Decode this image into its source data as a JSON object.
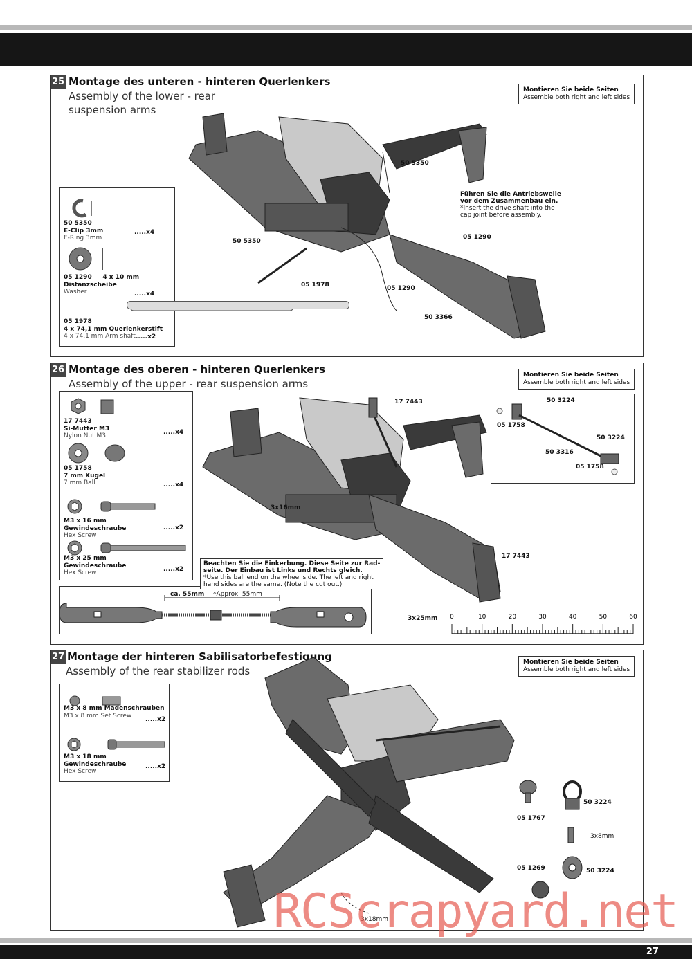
{
  "page": {
    "number": "27",
    "watermark": "RCScrapyard.net"
  },
  "step25": {
    "num": "25",
    "title_de": "Montage des unteren - hinteren Querlenkers",
    "title_en_1": "Assembly of the lower - rear",
    "title_en_2": "suspension arms",
    "both_de": "Montieren Sie beide Seiten",
    "both_en": "Assemble both right and left sides",
    "parts": [
      {
        "code": "50 5350",
        "name_de": "E-Clip 3mm",
        "name_en": "E-Ring 3mm",
        "qty": ".....x4"
      },
      {
        "code": "05 1290",
        "size": "4 x 10 mm",
        "name_de": "Distanzscheibe",
        "name_en": "Washer",
        "qty": ".....x4"
      },
      {
        "code": "05 1978",
        "name_de": "4 x 74,1 mm Querlenkerstift",
        "name_en": "4 x 74,1 mm Arm shaft",
        "qty": ".....x2"
      }
    ],
    "callouts": [
      "50 5350",
      "50 5350",
      "05 1290",
      "05 1290",
      "05 1978",
      "50 3366"
    ],
    "note_de_1": "Führen Sie die Antriebswelle",
    "note_de_2": "vor dem Zusammenbau ein.",
    "note_en_1": "*Insert the drive shaft into the",
    "note_en_2": "cap joint before assembly."
  },
  "step26": {
    "num": "26",
    "title_de": "Montage des oberen - hinteren Querlenkers",
    "title_en": "Assembly of the upper - rear suspension arms",
    "both_de": "Montieren Sie beide Seiten",
    "both_en": "Assemble both right and left sides",
    "parts": [
      {
        "code": "17 7443",
        "name_de": "Si-Mutter M3",
        "name_en": "Nylon Nut M3",
        "qty": ".....x4"
      },
      {
        "code": "05 1758",
        "name_de": "7 mm Kugel",
        "name_en": "7 mm Ball",
        "qty": ".....x4"
      },
      {
        "code": "M3 x 16 mm",
        "name_de": "Gewindeschraube",
        "name_en": "Hex Screw",
        "qty": ".....x2"
      },
      {
        "code": "M3 x 25 mm",
        "name_de": "Gewindeschraube",
        "name_en": "Hex Screw",
        "qty": ".....x2"
      }
    ],
    "callouts": [
      "17 7443",
      "3x16mm",
      "17 7443",
      "3x25mm"
    ],
    "inset_callouts": [
      "50 3224",
      "05 1758",
      "50 3224",
      "50 3316",
      "05 1758"
    ],
    "note_de_1": "Beachten Sie die Einkerbung. Diese Seite zur Rad-",
    "note_de_2": "seite. Der Einbau ist Links und Rechts gleich.",
    "note_en_1": "*Use this ball end on the wheel side. The left and right",
    "note_en_2": "hand sides are the same. (Note the cut out.)",
    "length_de": "ca. 55mm",
    "length_en": "*Approx. 55mm",
    "ruler_labels": [
      "0",
      "10",
      "20",
      "30",
      "40",
      "50",
      "60"
    ]
  },
  "step27": {
    "num": "27",
    "title_de": "Montage der hinteren Sabilisatorbefestigung",
    "title_en": "Assembly of the rear stabilizer rods",
    "both_de": "Montieren Sie beide Seiten",
    "both_en": "Assemble both right and left sides",
    "parts": [
      {
        "code": "M3 x 8 mm Madenschrauben",
        "name_en": "M3 x 8 mm Set Screw",
        "qty": ".....x2"
      },
      {
        "code": "M3 x 18 mm",
        "name_de": "Gewindeschraube",
        "name_en": "Hex Screw",
        "qty": ".....x2"
      }
    ],
    "callouts": [
      "05 1767",
      "50 3224",
      "3x8mm",
      "05 1269",
      "50 3224",
      "3x18mm"
    ]
  }
}
